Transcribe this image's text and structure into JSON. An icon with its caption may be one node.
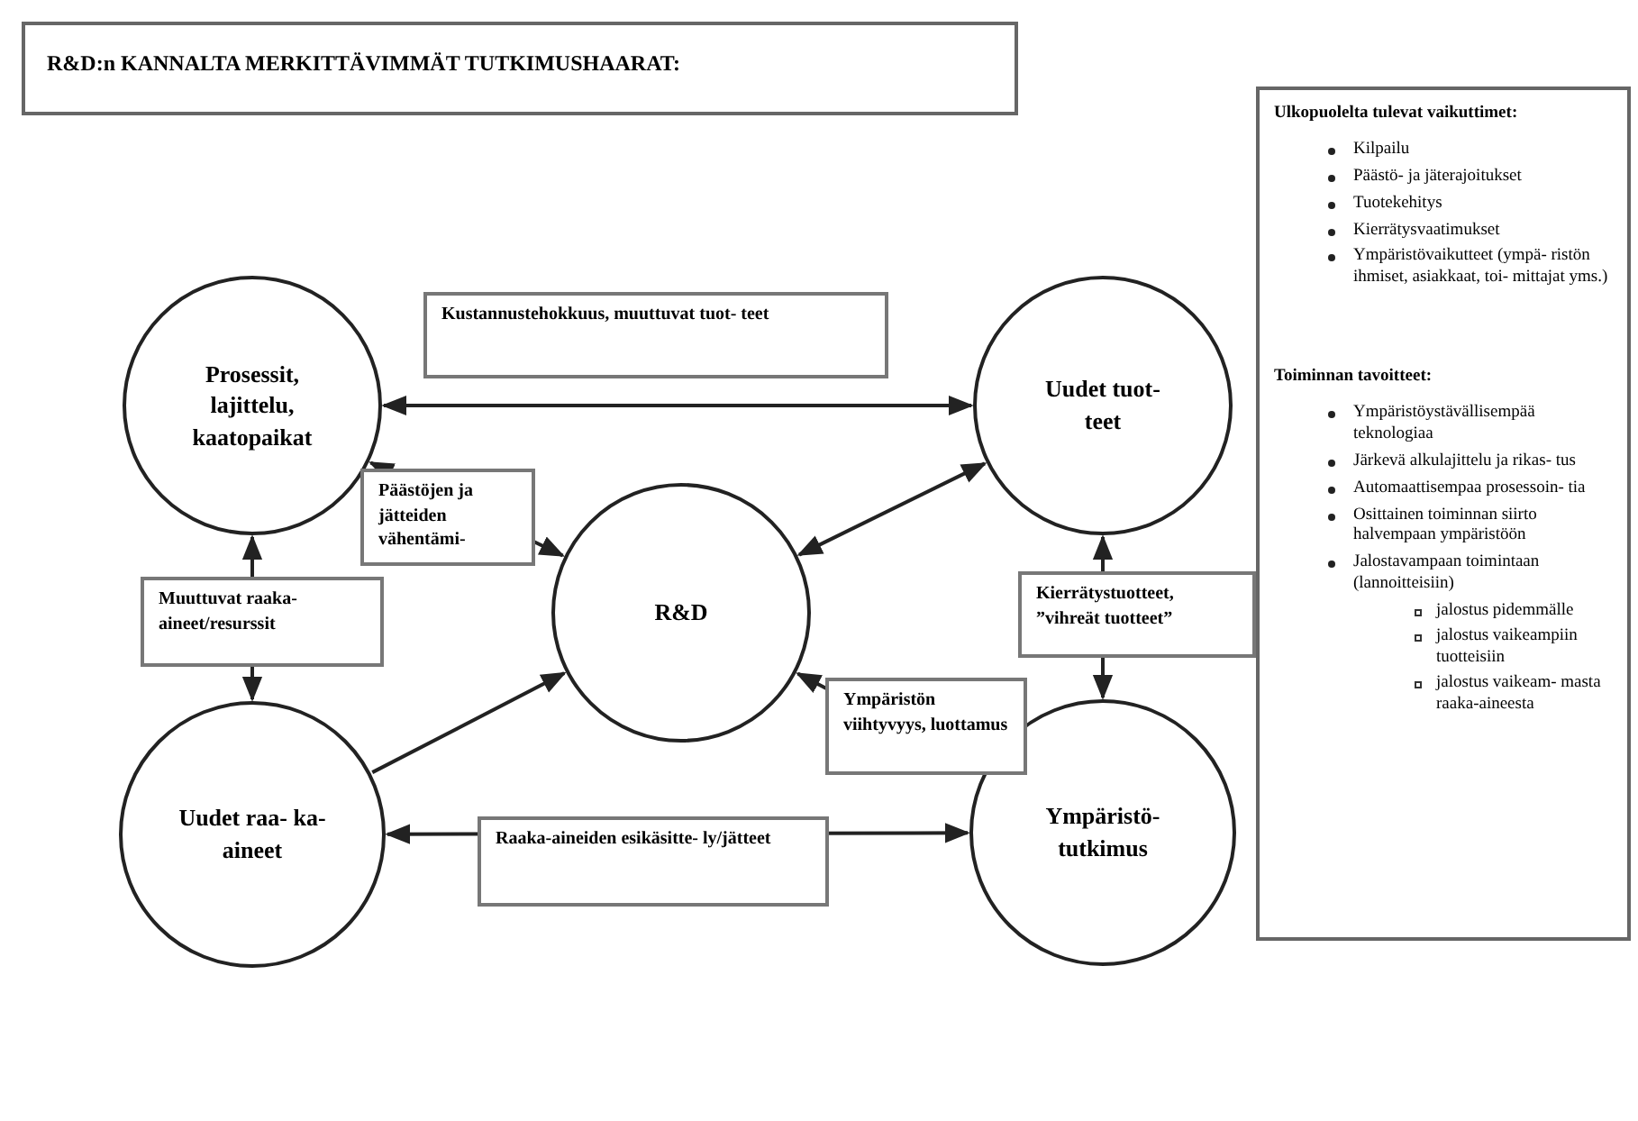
{
  "diagram": {
    "title": "R&D:n KANNALTA MERKITTÄVIMMÄT TUTKIMUSHAARAT:",
    "nodes": [
      {
        "text": [
          "Prosessit, lajittelu, kaatopaikat"
        ]
      },
      {
        "text": [
          "Uudet tuot- teet"
        ]
      },
      {
        "text": [
          "Ulkopuolelta tulevat vaikuttimet:",
          "Kilpailu",
          "Päästö- ja jäterajoitukset",
          "Tuotekehitys",
          "Kierrätysvaatimukset",
          "Ympäristövaikutteet (ympä- ristön ihmiset, asiakkaat, toi- mittajat yms.)",
          "Toiminnan tavoitteet:",
          "Ympäristöystävällisempää teknologiaa",
          "Järkevä alkulajittelu ja rikas- tus",
          "Automaattisempaa prosessoin- tia",
          "Osittainen toiminnan siirto halvempaan ympäristöön",
          "Jalostavampaan toimintaan (lannoitteisiin)",
          "jalostus pidemmälle",
          "jalostus vaikeampiin tuotteisiin",
          "jalostus vaikeam- masta raaka-aineesta"
        ]
      },
      {
        "text": [
          "R&D"
        ]
      },
      {
        "text": [
          "Uudet raa- ka-aineet"
        ]
      },
      {
        "text": [
          "Ympäristö- tutkimus"
        ]
      }
    ],
    "edges": [
      {
        "from": 0,
        "to": 1,
        "arrow": "both",
        "label": "Kustannustehokkuus, muuttuvat tuot- teet"
      },
      {
        "from": 0,
        "to": 4,
        "arrow": "both",
        "label": "Muuttuvat raaka- aineet/resurssit"
      },
      {
        "from": 3,
        "to": 0,
        "arrow": "both",
        "label": "Päästöjen ja jätteiden vähentämi-"
      },
      {
        "from": 3,
        "to": 1,
        "arrow": "both"
      },
      {
        "from": 4,
        "to": 3,
        "arrow": "to"
      },
      {
        "from": 5,
        "to": 3,
        "arrow": "to",
        "label": "Ympäristön viihtyvyys, luottamus"
      },
      {
        "from": 1,
        "to": 5,
        "arrow": "both",
        "label": "Kierrätystuotteet, ”vihreät tuotteet”"
      },
      {
        "from": 4,
        "to": 5,
        "arrow": "both",
        "label": "Raaka-aineiden esikäsitte- ly/jätteet"
      }
    ]
  }
}
